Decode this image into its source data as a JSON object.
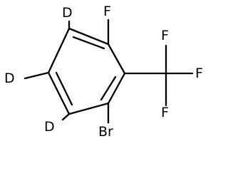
{
  "molecule": {
    "atoms": {
      "d1": "D",
      "d2": "D",
      "d3": "D",
      "f_ring": "F",
      "f1": "F",
      "f2": "F",
      "f3": "F",
      "br": "Br"
    }
  }
}
